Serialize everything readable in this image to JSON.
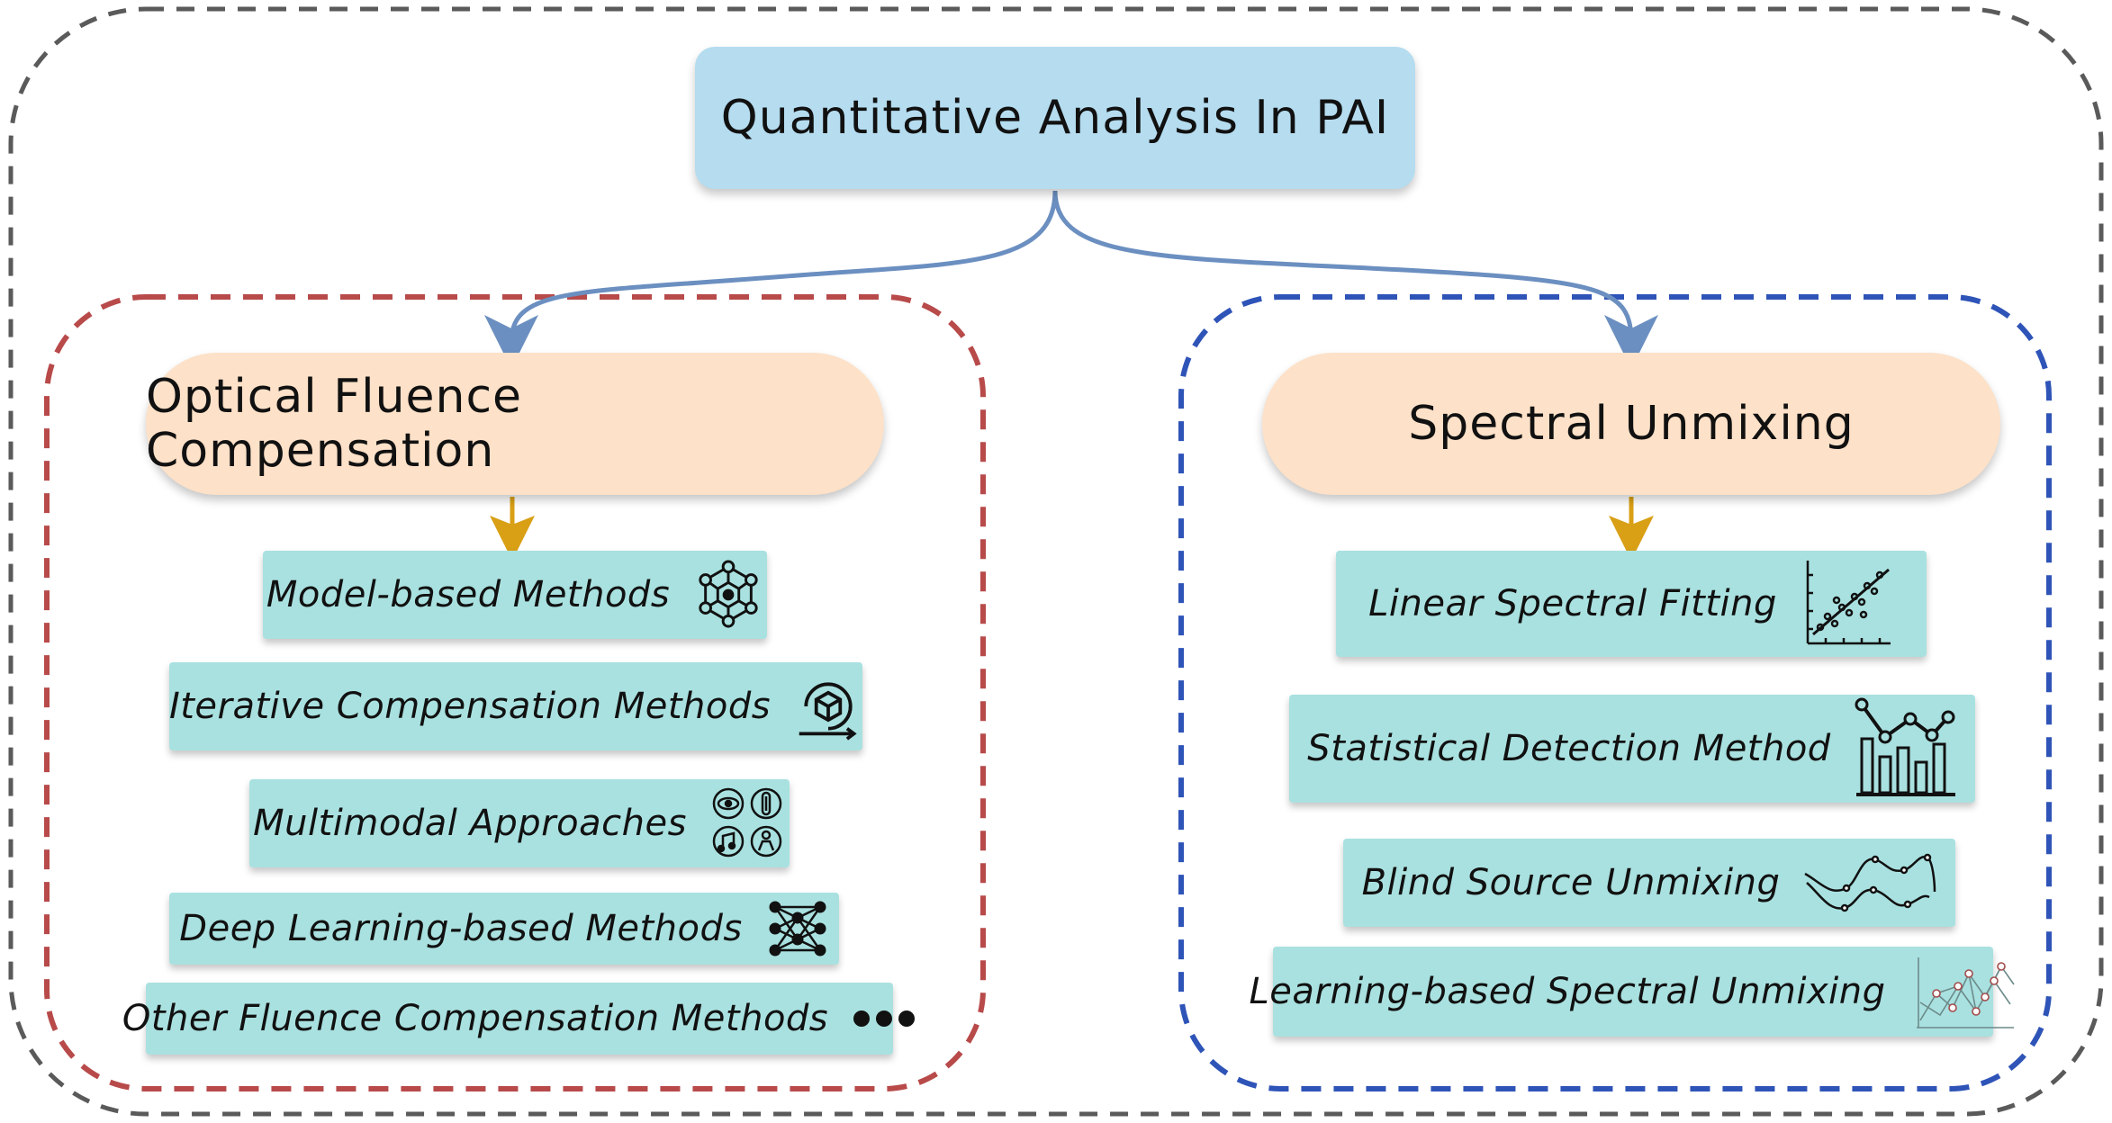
{
  "root": {
    "title": "Quantitative Analysis In PAI"
  },
  "left_branch": {
    "title": "Optical Fluence Compensation",
    "items": [
      {
        "label": "Model-based Methods",
        "icon": "molecule-network-icon"
      },
      {
        "label": "Iterative Compensation Methods",
        "icon": "iteration-cycle-icon"
      },
      {
        "label": "Multimodal Approaches",
        "icon": "multimodal-icon"
      },
      {
        "label": "Deep Learning-based Methods",
        "icon": "neural-network-icon"
      },
      {
        "label": "Other Fluence Compensation Methods",
        "icon": "ellipsis-dots-icon"
      }
    ]
  },
  "right_branch": {
    "title": "Spectral Unmixing",
    "items": [
      {
        "label": "Linear Spectral Fitting",
        "icon": "scatter-fit-icon"
      },
      {
        "label": "Statistical Detection Method",
        "icon": "bar-line-chart-icon"
      },
      {
        "label": "Blind Source Unmixing",
        "icon": "signal-curves-icon"
      },
      {
        "label": "Learning-based Spectral Unmixing",
        "icon": "learning-graph-icon"
      }
    ]
  },
  "colors": {
    "outer_border": "#5a5a5a",
    "left_border": "#b84a4a",
    "right_border": "#2f54b8",
    "connector": "#6b8fc0",
    "item_arrow": "#d9a016",
    "title_fill": "#b5dcef",
    "category_fill": "#fde1c8",
    "item_fill": "#a9e1e0"
  }
}
